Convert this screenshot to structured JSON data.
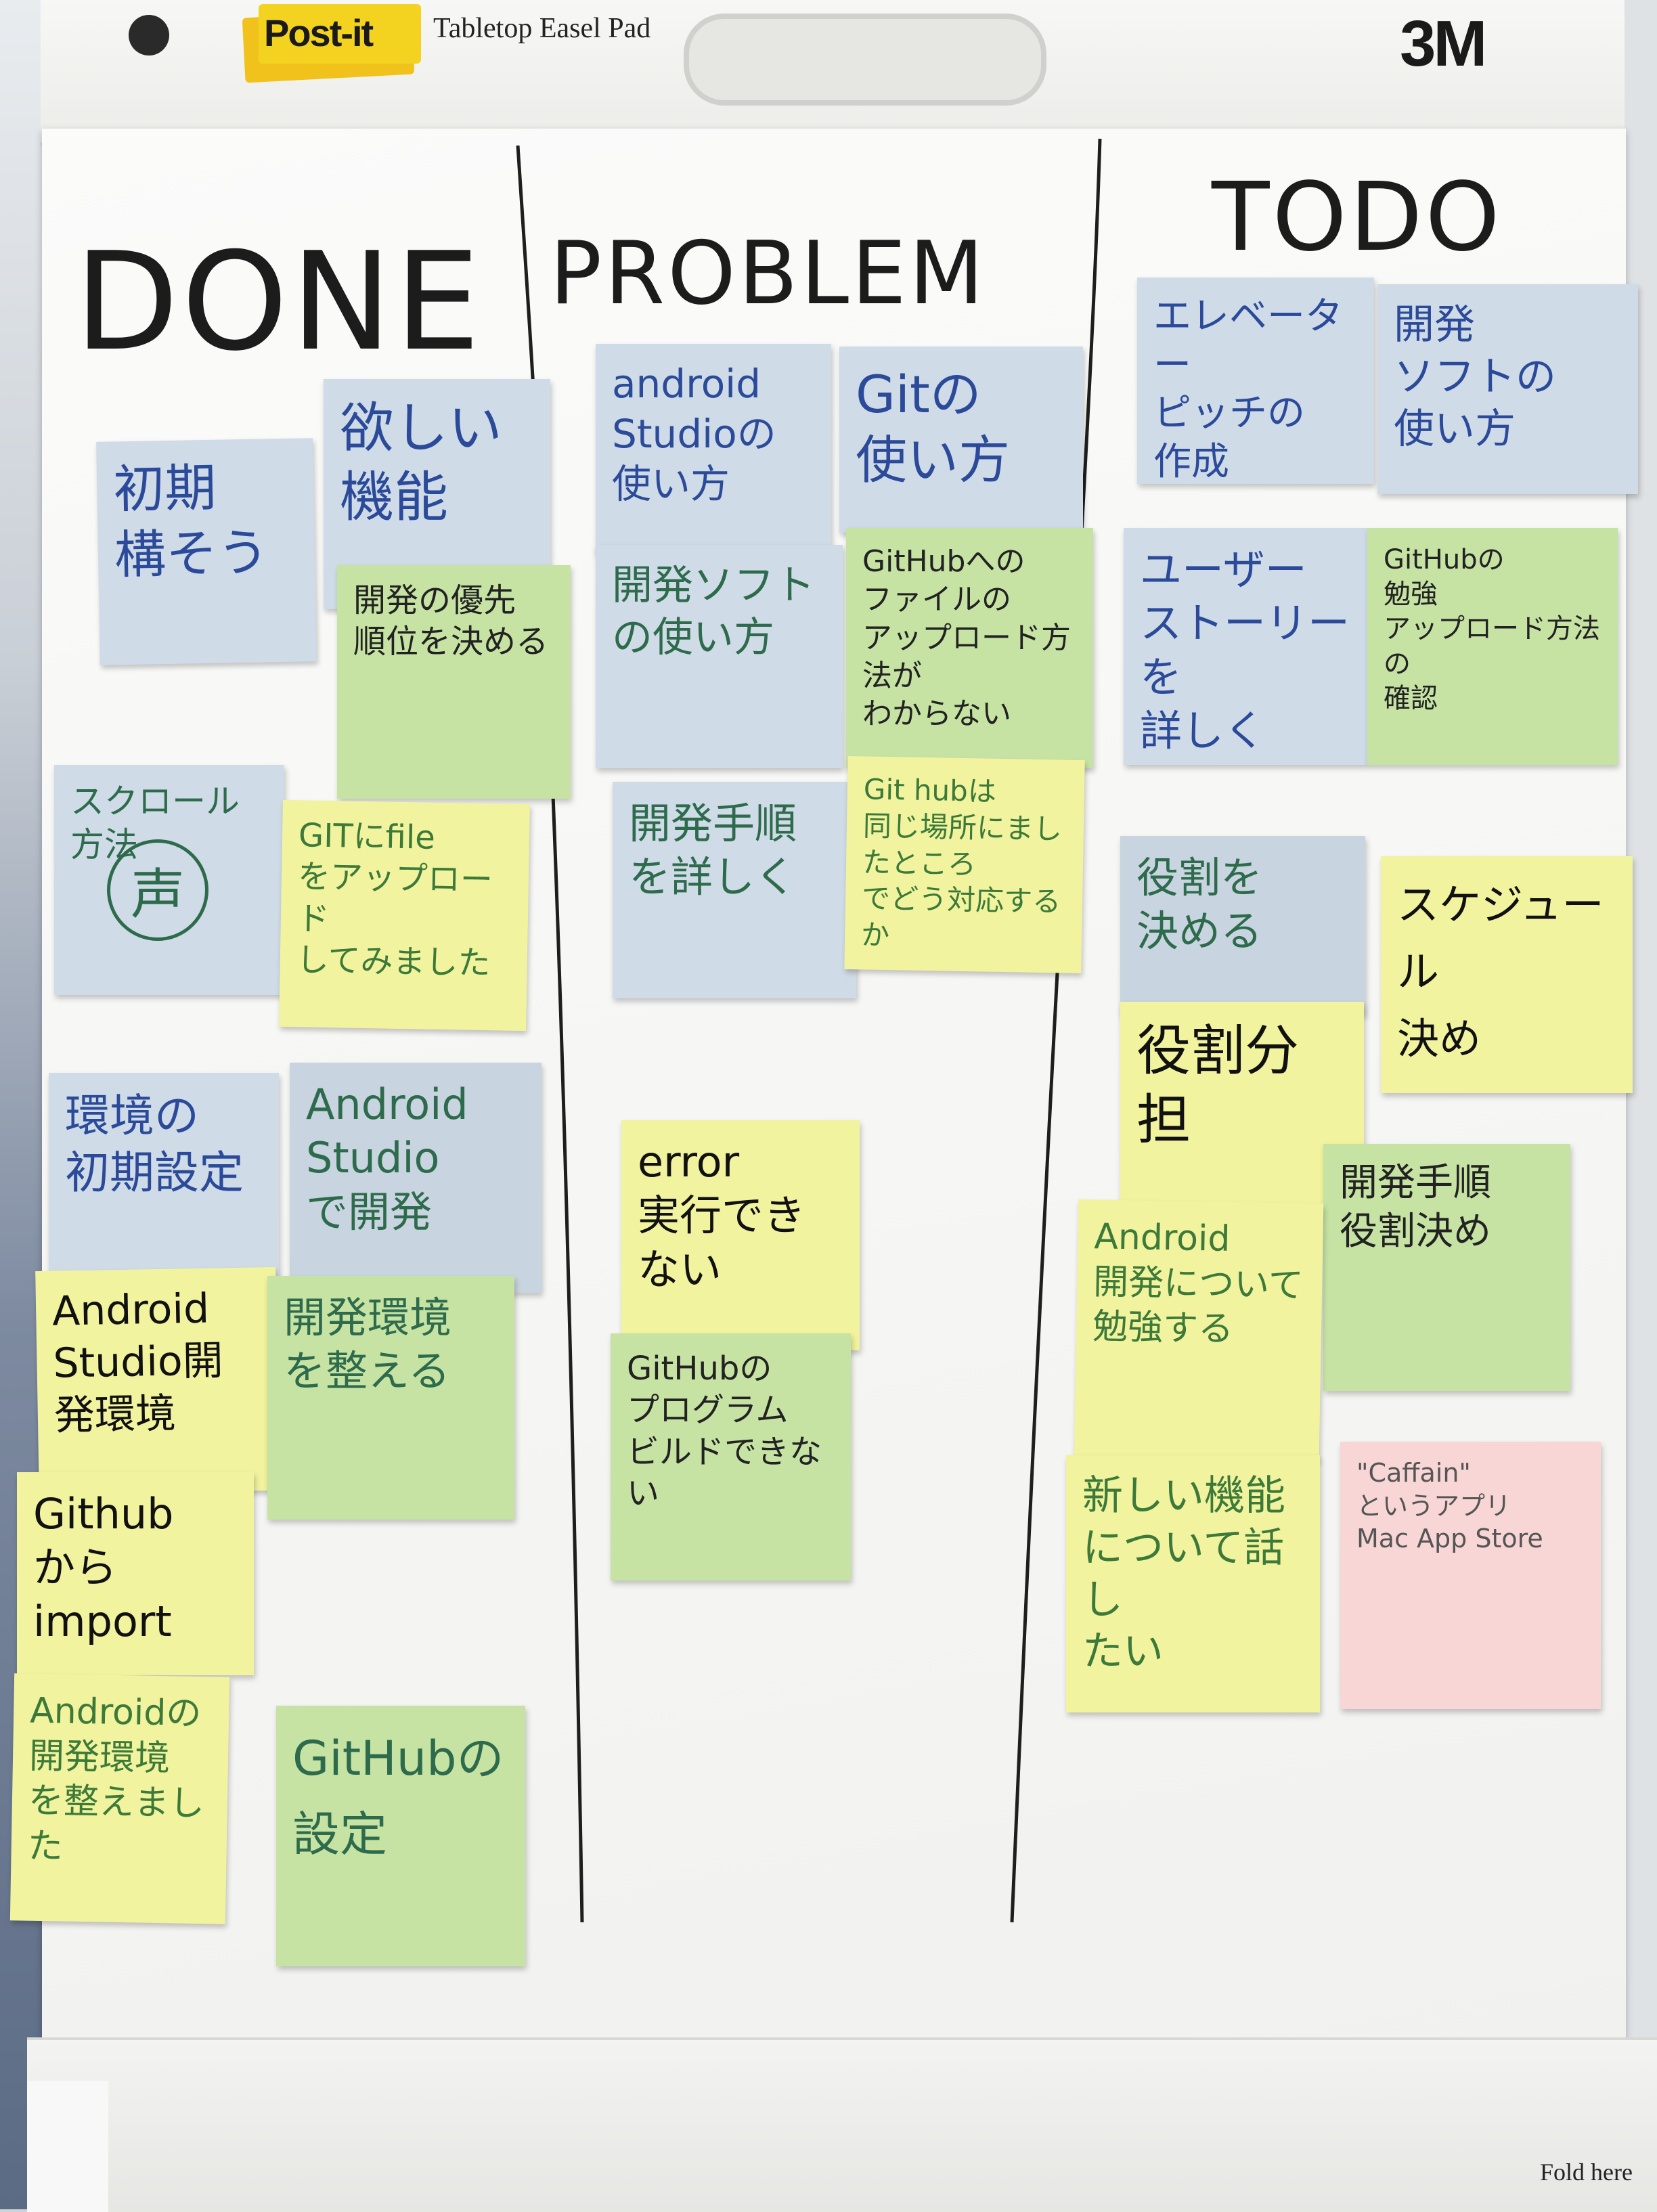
{
  "header": {
    "logo_text": "Post-it",
    "pad_label": "Tabletop Easel Pad",
    "brand": "3M"
  },
  "columns": {
    "done": "DONE",
    "problem": "PROBLEM",
    "todo": "TODO"
  },
  "notes": {
    "done": [
      {
        "text": "初期\n構そう",
        "color": "#cfdbe6",
        "ink": "#2b4a9a"
      },
      {
        "text": "欲しい\n機能",
        "color": "#cfdbe6",
        "ink": "#2b4a9a"
      },
      {
        "text": "開発の優先\n順位を決める",
        "color": "#c6e3a4",
        "ink": "#222222"
      },
      {
        "text": "スクロール方法",
        "color": "#cfdbe6",
        "ink": "#2e6b4c"
      },
      {
        "text": "GITにfile\nをアップロード\nしてみました",
        "color": "#f1f39e",
        "ink": "#3d7a3a"
      },
      {
        "text": "環境の\n初期設定",
        "color": "#cfdbe6",
        "ink": "#2b4a9a"
      },
      {
        "text": "Android\nStudio\nで開発",
        "color": "#c8d4df",
        "ink": "#2e6b4c"
      },
      {
        "text": "Android\nStudio開\n発環境",
        "color": "#f1f39e",
        "ink": "#111111"
      },
      {
        "text": "開発環境\nを整える",
        "color": "#c6e3a4",
        "ink": "#2e6b4c"
      },
      {
        "text": "Github\nからimport",
        "color": "#f1f39e",
        "ink": "#111111"
      },
      {
        "text": "Androidの\n開発環境\nを整えました",
        "color": "#f1f39e",
        "ink": "#3d7a3a"
      },
      {
        "text": "GitHubの\n設定",
        "color": "#c6e3a4",
        "ink": "#2e6b4c"
      }
    ],
    "problem": [
      {
        "text": "android\nStudioの\n使い方",
        "color": "#cfdbe6",
        "ink": "#2b4a9a"
      },
      {
        "text": "Gitの\n使い方",
        "color": "#cfdbe6",
        "ink": "#2b4a9a"
      },
      {
        "text": "開発ソフト\nの使い方",
        "color": "#cfdbe6",
        "ink": "#2e6b4c"
      },
      {
        "text": "GitHubへの\nファイルの\nアップロード方法が\nわからない",
        "color": "#c6e3a4",
        "ink": "#222222"
      },
      {
        "text": "開発手順\nを詳しく",
        "color": "#cfdbe6",
        "ink": "#2e6b4c"
      },
      {
        "text": "Git hubは\n同じ場所にまし\nたところ\nでどう対応するか",
        "color": "#f1f39e",
        "ink": "#3d7a3a"
      },
      {
        "text": "error\n実行でき\nない",
        "color": "#f1f39e",
        "ink": "#111111"
      },
      {
        "text": "GitHubの\nプログラム\nビルドできない",
        "color": "#c6e3a4",
        "ink": "#222222"
      }
    ],
    "todo": [
      {
        "text": "エレベーター\nピッチの\n作成",
        "color": "#cfdbe6",
        "ink": "#2b4a9a"
      },
      {
        "text": "開発\nソフトの\n使い方",
        "color": "#cfdbe6",
        "ink": "#2b4a9a"
      },
      {
        "text": "ユーザー\nストーリーを\n詳しく",
        "color": "#cfdbe6",
        "ink": "#2b4a9a"
      },
      {
        "text": "GitHubの\n勉強\nアップロード方法の\n確認",
        "color": "#c6e3a4",
        "ink": "#222222"
      },
      {
        "text": "役割を\n決める",
        "color": "#c8d4df",
        "ink": "#2e6b4c"
      },
      {
        "text": "スケジュール\n決め",
        "color": "#f1f39e",
        "ink": "#111111"
      },
      {
        "text": "役割分\n担",
        "color": "#f1f39e",
        "ink": "#111111"
      },
      {
        "text": "開発手順\n役割決め",
        "color": "#c6e3a4",
        "ink": "#222222"
      },
      {
        "text": "Android\n開発について\n勉強する",
        "color": "#f1f39e",
        "ink": "#3d7a3a"
      },
      {
        "text": "\"Caffain\"\nというアプリ\nMac App Store",
        "color": "#f8d6d6",
        "ink": "#555555"
      },
      {
        "text": "新しい機能\nについて話し\nたい",
        "color": "#f1f39e",
        "ink": "#3d7a3a"
      }
    ]
  },
  "stamp_char": "声",
  "footer": {
    "fold_label": "Fold here"
  }
}
